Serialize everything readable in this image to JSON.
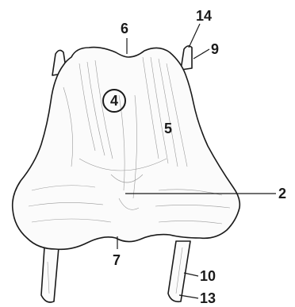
{
  "figure": {
    "labels": {
      "l2": "2",
      "l4": "4",
      "l5": "5",
      "l6": "6",
      "l7": "7",
      "l9": "9",
      "l10": "10",
      "l13": "13",
      "l14": "14"
    },
    "colors": {
      "ink": "#1a1a1a",
      "shading": "#9a9a9a",
      "background": "#ffffff"
    }
  }
}
